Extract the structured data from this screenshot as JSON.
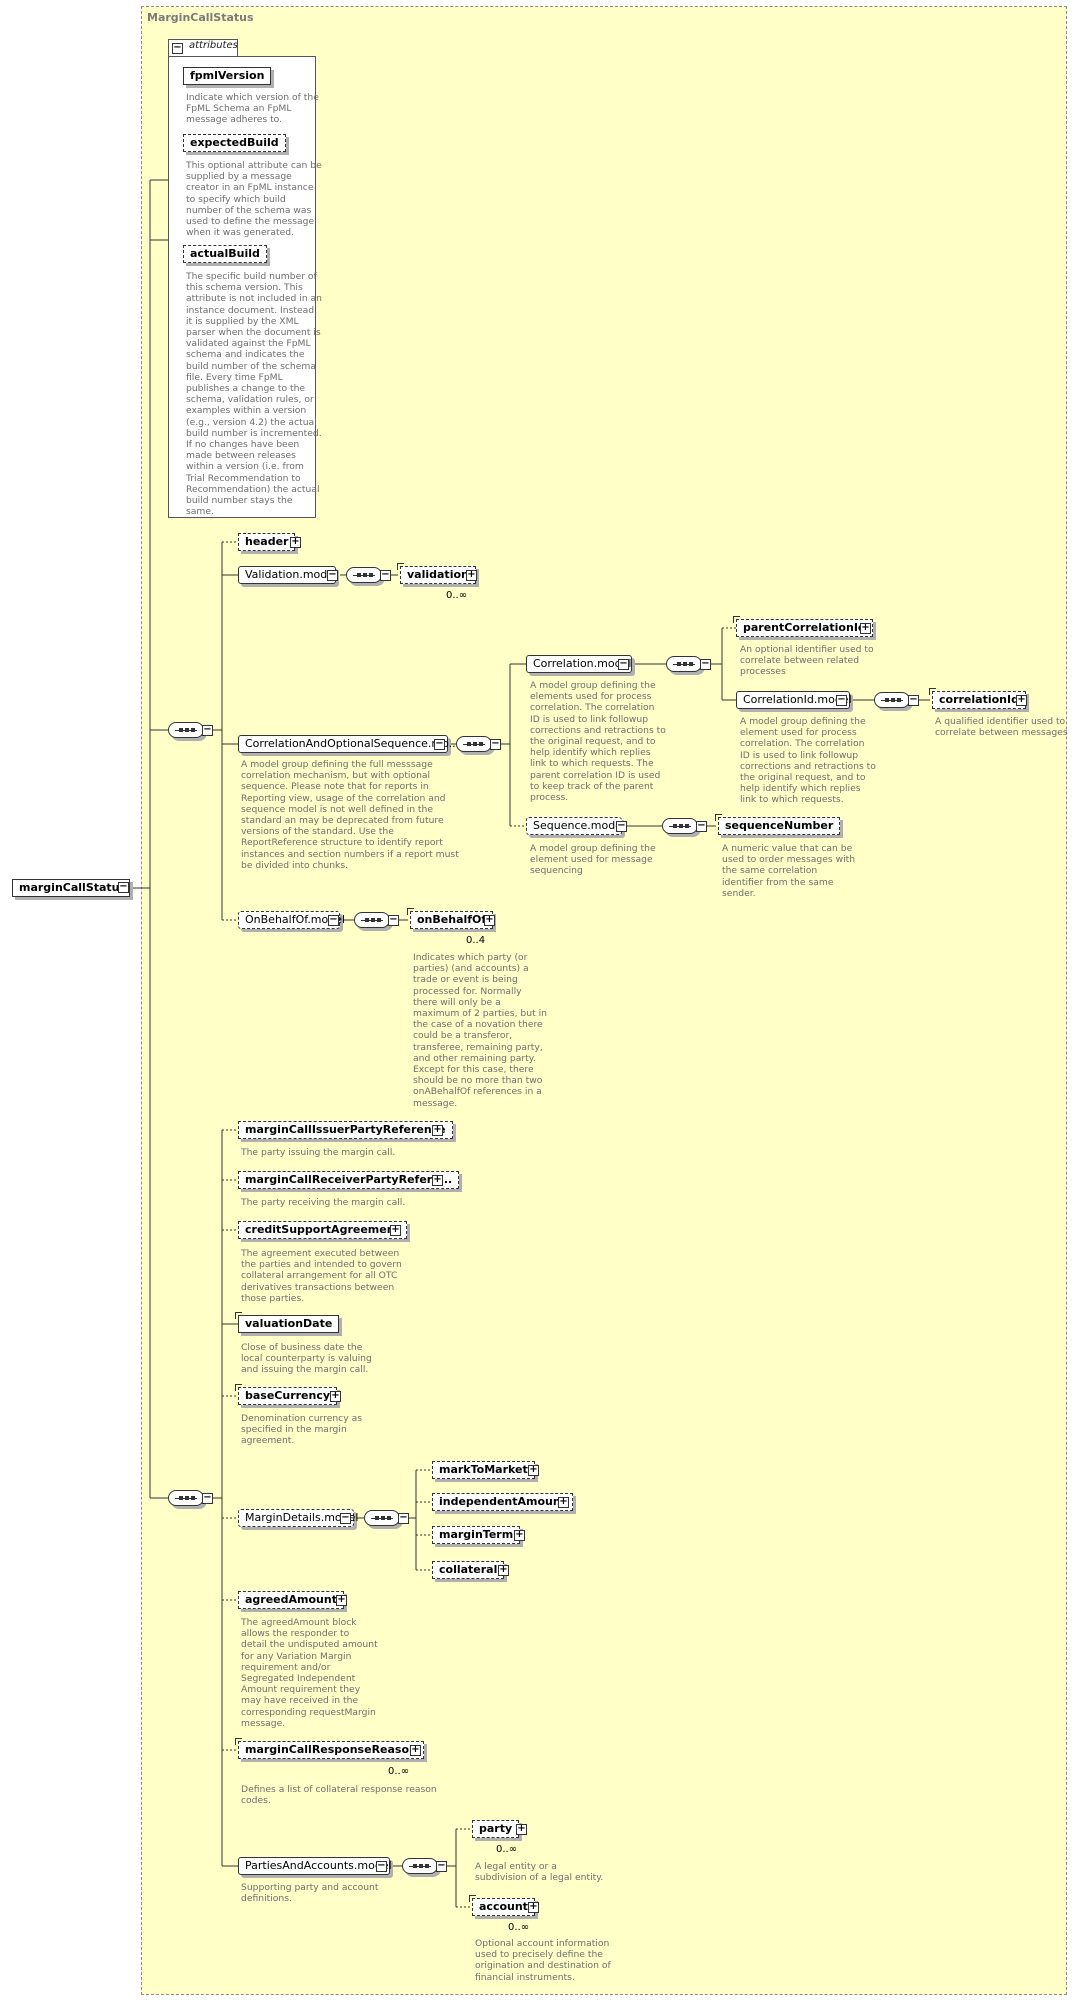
{
  "title": "MarginCallStatus",
  "attributes_label": "attributes",
  "attributes": [
    {
      "name": "fpmlVersion",
      "desc": "Indicate which version of the\nFpML Schema an FpML\nmessage adheres to."
    },
    {
      "name": "expectedBuild",
      "desc": "This optional attribute can be\nsupplied by a message\ncreator in an FpML instance\nto specify which build\nnumber of the schema was\nused to define the message\nwhen it was generated."
    },
    {
      "name": "actualBuild",
      "desc": "The specific build number of\nthis schema version. This\nattribute is not included in an\ninstance document. Instead,\nit is supplied by the XML\nparser when the document is\nvalidated against the FpML\nschema and indicates the\nbuild number of the schema\nfile. Every time FpML\npublishes a change to the\nschema, validation rules, or\nexamples within a version\n(e.g., version 4.2) the actual\nbuild number is incremented.\nIf no changes have been\nmade between releases\nwithin a version (i.e. from\nTrial Recommendation to\nRecommendation) the actual\nbuild number stays the\nsame."
    }
  ],
  "root": {
    "name": "marginCallStatus"
  },
  "nodes": {
    "header": {
      "name": "header"
    },
    "validation_model": {
      "name": "Validation.model"
    },
    "validation": {
      "name": "validation",
      "occ": "0..∞"
    },
    "corr_opt_seq": {
      "name": "CorrelationAndOptionalSequence.mo...",
      "desc": "A model group defining the full messsage\ncorrelation mechanism, but with optional\nsequence. Please note that for reports in\nReporting view, usage of the correlation and\nsequence model is not well defined in the\nstandard an may be deprecated from future\nversions of the standard. Use the\nReportReference structure to identify report\ninstances and section numbers if a report must\nbe divided into chunks."
    },
    "correlation_model": {
      "name": "Correlation.model",
      "desc": "A model group defining the\nelements used for process\ncorrelation. The correlation\nID is used to link followup\ncorrections and retractions to\nthe original request, and to\nhelp identify which replies\nlink to which requests. The\nparent correlation ID is used\nto keep track of the parent\nprocess."
    },
    "parent_correlation_id": {
      "name": "parentCorrelationId",
      "desc": "An optional identifier used to\ncorrelate between related\nprocesses"
    },
    "correlation_id_model": {
      "name": "CorrelationId.model",
      "desc": "A model group defining the\nelement used for process\ncorrelation. The correlation\nID is used to link followup\ncorrections and retractions to\nthe original request, and to\nhelp identify which replies\nlink to which requests."
    },
    "correlation_id": {
      "name": "correlationId",
      "desc": "A qualified identifier used to\ncorrelate between messages"
    },
    "sequence_model": {
      "name": "Sequence.model",
      "desc": "A model group defining the\nelement used for message\nsequencing"
    },
    "sequence_number": {
      "name": "sequenceNumber",
      "desc": "A numeric value that can be\nused to order messages with\nthe same correlation\nidentifier from the same\nsender."
    },
    "on_behalf_of_model": {
      "name": "OnBehalfOf.model"
    },
    "on_behalf_of": {
      "name": "onBehalfOf",
      "occ": "0..4",
      "desc": "Indicates which party (or\nparties) (and accounts) a\ntrade or event is being\nprocessed for. Normally\nthere will only be a\nmaximum of 2 parties, but in\nthe case of a novation there\ncould be a transferor,\ntransferee, remaining party,\nand other remaining party.\nExcept for this case, there\nshould be no more than two\nonABehalfOf references in a\nmessage."
    },
    "issuer_party_ref": {
      "name": "marginCallIssuerPartyReference",
      "desc": "The party issuing the margin call."
    },
    "receiver_party_ref": {
      "name": "marginCallReceiverPartyRefere...",
      "desc": "The party receiving the margin call."
    },
    "credit_support_agreement": {
      "name": "creditSupportAgreement",
      "desc": "The agreement executed between\nthe parties and intended to govern\ncollateral arrangement for all OTC\nderivatives transactions between\nthose parties."
    },
    "valuation_date": {
      "name": "valuationDate",
      "desc": "Close of business date the\nlocal counterparty is valuing\nand issuing the margin call."
    },
    "base_currency": {
      "name": "baseCurrency",
      "desc": "Denomination currency as\nspecified in the margin\nagreement."
    },
    "margin_details_model": {
      "name": "MarginDetails.model"
    },
    "mark_to_market": {
      "name": "markToMarket"
    },
    "independent_amount": {
      "name": "independentAmount"
    },
    "margin_term": {
      "name": "marginTerm"
    },
    "collateral": {
      "name": "collateral"
    },
    "agreed_amount": {
      "name": "agreedAmount",
      "desc": "The agreedAmount block\nallows the responder to\ndetail the undisputed amount\nfor any Variation Margin\nrequirement and/or\nSegregated Independent\nAmount requirement they\nmay have received in the\ncorresponding requestMargin\nmessage."
    },
    "response_reason": {
      "name": "marginCallResponseReason",
      "occ": "0..∞",
      "desc": "Defines a list of collateral response reason\ncodes."
    },
    "parties_accounts_model": {
      "name": "PartiesAndAccounts.model",
      "desc": "Supporting party and account\ndefinitions."
    },
    "party": {
      "name": "party",
      "occ": "0..∞",
      "desc": "A legal entity or a\nsubdivision of a legal entity."
    },
    "account": {
      "name": "account",
      "occ": "0..∞",
      "desc": "Optional account information\nused to precisely define the\norigination and destination of\nfinancial instruments."
    }
  }
}
